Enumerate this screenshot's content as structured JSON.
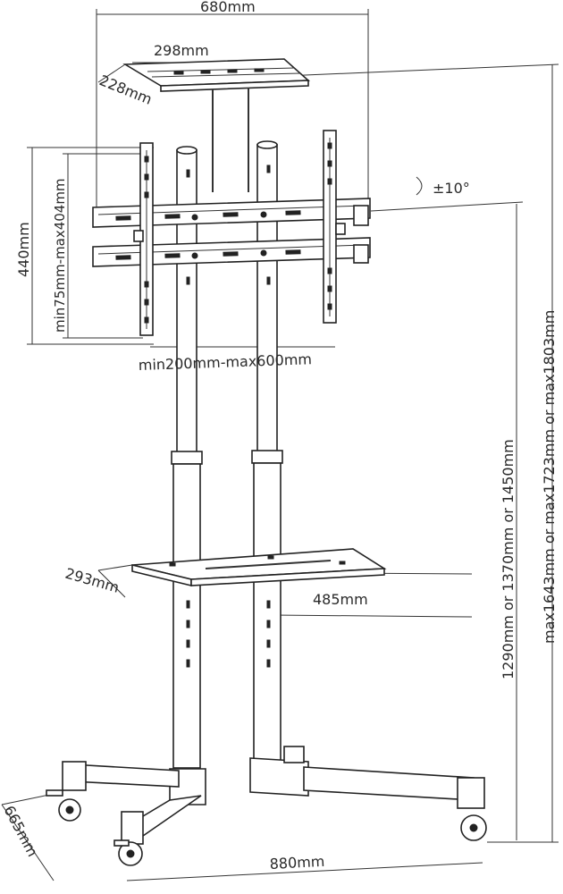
{
  "dimensions": {
    "overall_width": "680mm",
    "top_tray_width": "298mm",
    "top_tray_depth": "228mm",
    "tilt": "±10°",
    "bracket_height": "440mm",
    "vesa_vertical": "min75mm-max404mm",
    "vesa_horizontal": "min200mm-max600mm",
    "shelf_depth": "293mm",
    "shelf_width": "485mm",
    "mount_height": "1290mm or 1370mm or 1450mm",
    "total_height": "max1643mm or max1723mm or max1803mm",
    "base_depth": "665mm",
    "base_width": "880mm"
  }
}
